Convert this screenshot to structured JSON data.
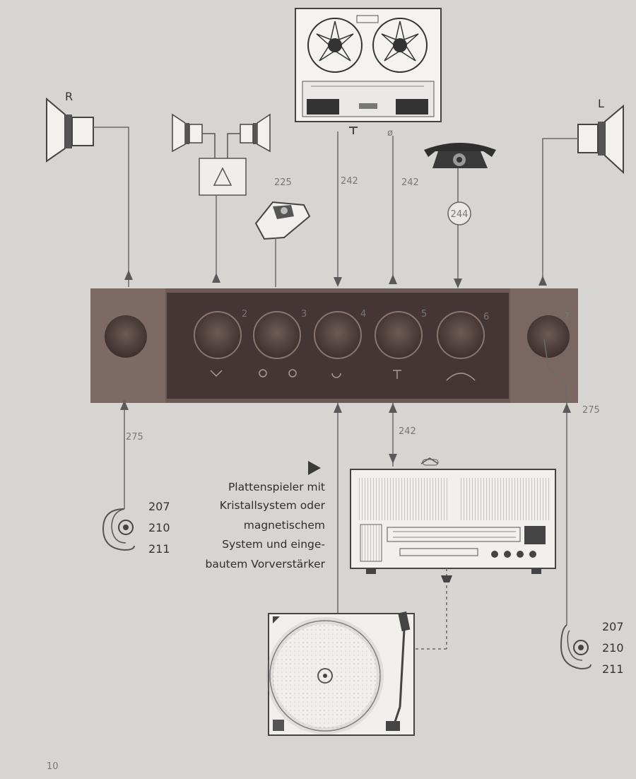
{
  "labels": {
    "speaker_right": "R",
    "speaker_left": "L",
    "cable_225": "225",
    "cable_242_a": "242",
    "cable_242_b": "242",
    "cable_242_c": "242",
    "cable_244": "244",
    "cable_275_left": "275",
    "cable_275_right": "275"
  },
  "socket_numbers": [
    "2",
    "3",
    "4",
    "5",
    "6",
    "7"
  ],
  "caption": {
    "lines": [
      "Plattenspieler mit",
      "Kristallsystem oder",
      "magnetischem",
      "System und einge-",
      "bautem Vorverstärker"
    ]
  },
  "cable_codes_left": [
    "207",
    "210",
    "211"
  ],
  "cable_codes_right": [
    "207",
    "210",
    "211"
  ],
  "page_number": "10",
  "colors": {
    "background": "#d6d5d1",
    "panel": "#6e5a55",
    "line": "#6a6a6a"
  }
}
